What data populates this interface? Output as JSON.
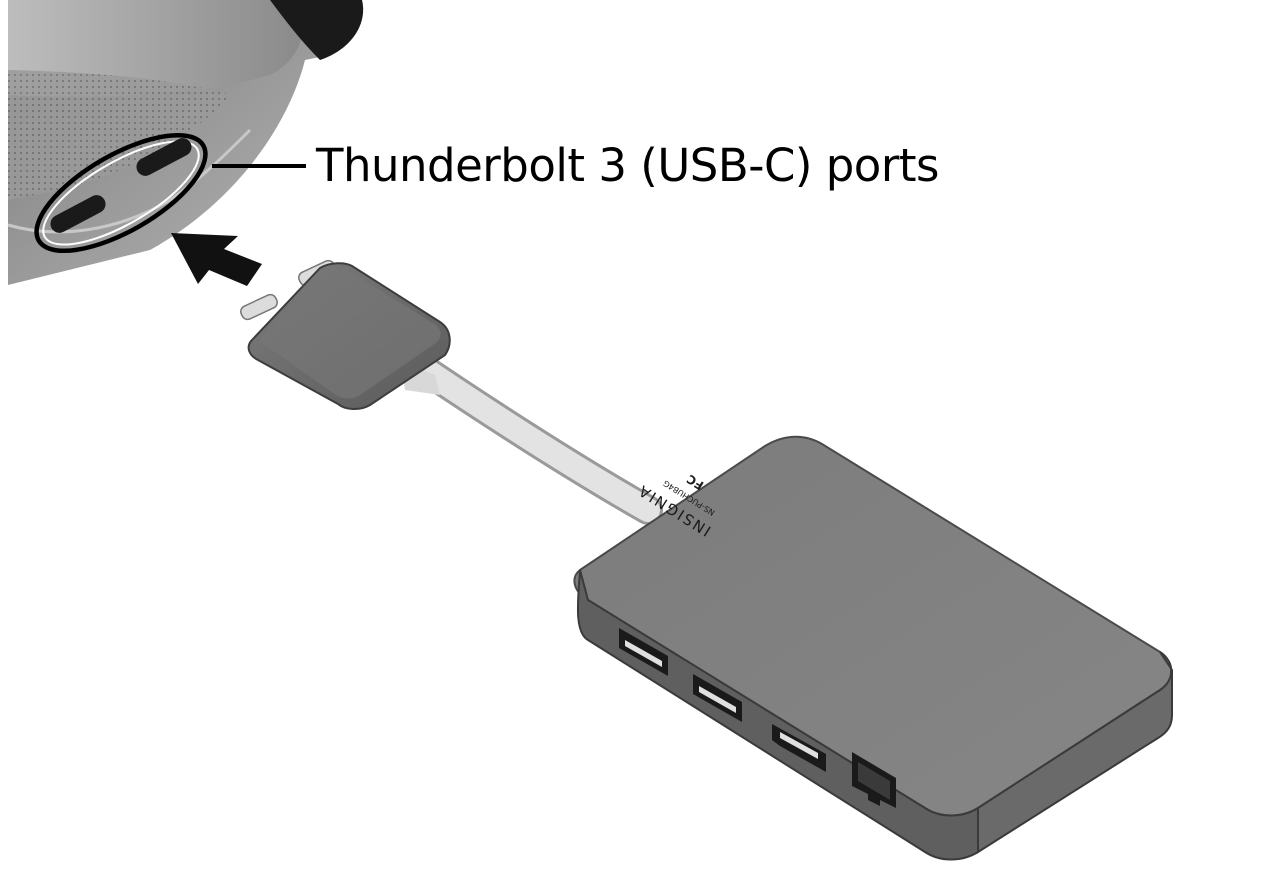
{
  "callout": {
    "label": "Thunderbolt 3 (USB-C) ports"
  },
  "hub": {
    "brand": "INSIGNIA",
    "model": "NS-PUCHUB4G",
    "mark": "FC"
  },
  "icons": {
    "arrow": "insert-arrow-icon",
    "laptop": "laptop-corner",
    "connector": "dual-usb-c-connector",
    "hub": "usb-c-hub"
  },
  "colors": {
    "laptop_body": "#8c8c8c",
    "hub_top": "#808080",
    "hub_side": "#5e5e5e",
    "cable": "#dcdcdc",
    "ink": "#000000"
  }
}
